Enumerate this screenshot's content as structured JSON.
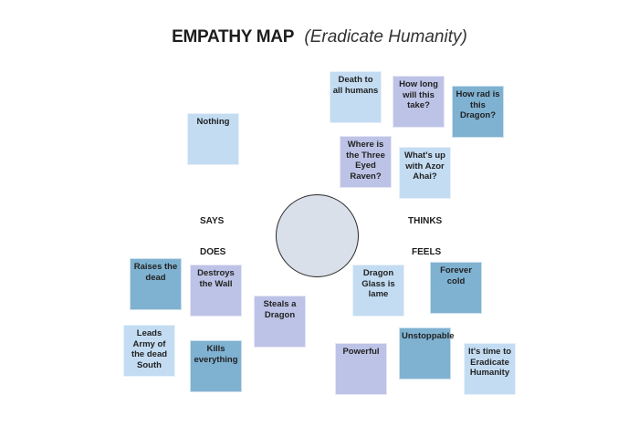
{
  "title": {
    "main": "EMPATHY MAP",
    "subtitle": "(Eradicate Humanity)"
  },
  "quadrants": {
    "says": "SAYS",
    "thinks": "THINKS",
    "does": "DOES",
    "feels": "FEELS"
  },
  "colors": {
    "light": "#c3dcf2",
    "purple": "#bdc3e6",
    "blue": "#7fb1d1",
    "circle": "#d9e0ea"
  },
  "notes": {
    "says": [
      {
        "text": "Nothing",
        "color": "light"
      }
    ],
    "thinks": [
      {
        "text": "Death to all humans",
        "color": "light"
      },
      {
        "text": "How long will this take?",
        "color": "purple"
      },
      {
        "text": "How rad is this Dragon?",
        "color": "blue"
      },
      {
        "text": "Where is the Three Eyed Raven?",
        "color": "purple"
      },
      {
        "text": "What's up with Azor Ahai?",
        "color": "light"
      }
    ],
    "does": [
      {
        "text": "Raises the dead",
        "color": "blue"
      },
      {
        "text": "Destroys the Wall",
        "color": "purple"
      },
      {
        "text": "Steals a Dragon",
        "color": "purple"
      },
      {
        "text": "Leads Army of the dead South",
        "color": "light"
      },
      {
        "text": "Kills everything",
        "color": "blue"
      }
    ],
    "feels": [
      {
        "text": "Dragon Glass is lame",
        "color": "light"
      },
      {
        "text": "Forever cold",
        "color": "blue"
      },
      {
        "text": "Unstoppable",
        "color": "blue"
      },
      {
        "text": "Powerful",
        "color": "purple"
      },
      {
        "text": "It's time to Eradicate Humanity",
        "color": "light"
      }
    ]
  }
}
